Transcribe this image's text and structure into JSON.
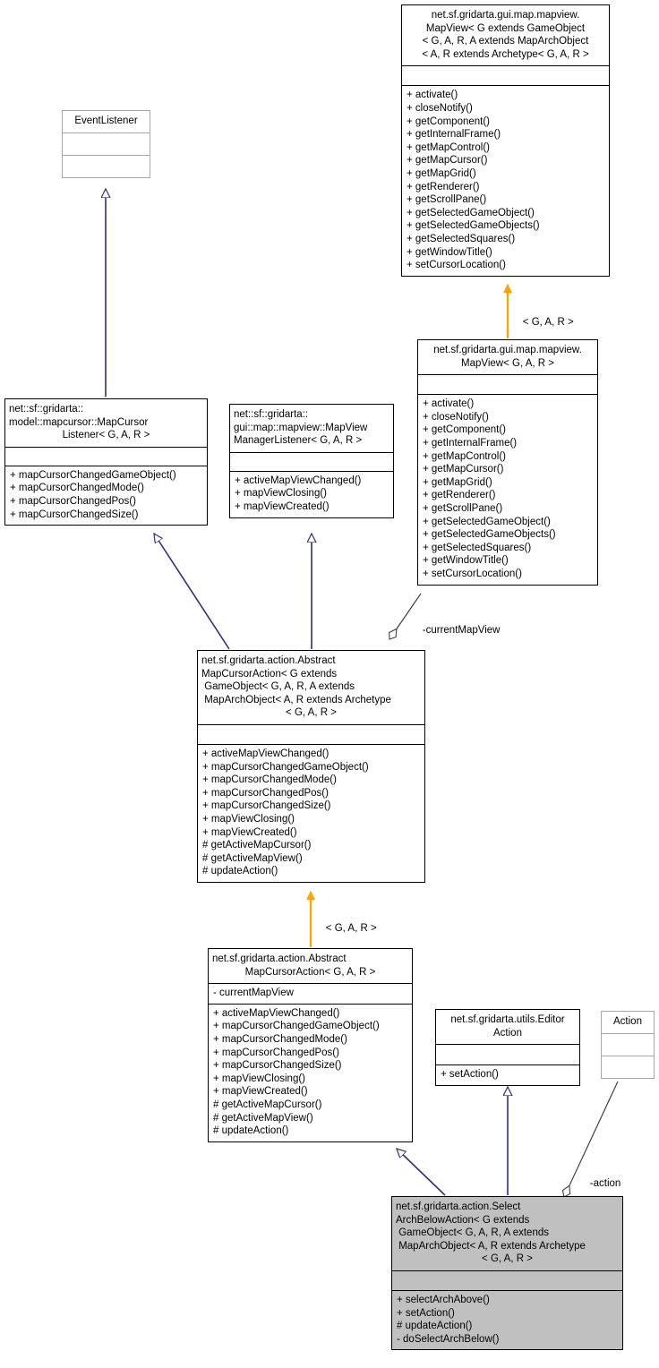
{
  "diagram": {
    "title": "UML class diagram for net.sf.gridarta.action.SelectArchBelowAction",
    "colors": {
      "inheritance_line": "#2f2f7f",
      "template_binding": "#ffa500",
      "aggregation_line": "#404040",
      "highlight_fill": "#c0c0c0",
      "external_border": "#a8a8a8"
    }
  },
  "classes": {
    "map_view_full": {
      "title": [
        "net.sf.gridarta.gui.map.mapview.",
        "MapView< G extends GameObject",
        "< G, A, R, A extends MapArchObject",
        "< A, R extends Archetype< G, A, R >"
      ],
      "attributes": [],
      "operations": [
        "+ activate()",
        "+ closeNotify()",
        "+ getComponent()",
        "+ getInternalFrame()",
        "+ getMapControl()",
        "+ getMapCursor()",
        "+ getMapGrid()",
        "+ getRenderer()",
        "+ getScrollPane()",
        "+ getSelectedGameObject()",
        "+ getSelectedGameObjects()",
        "+ getSelectedSquares()",
        "+ getWindowTitle()",
        "+ setCursorLocation()"
      ]
    },
    "event_listener": {
      "title": [
        "EventListener"
      ],
      "attributes": [],
      "operations": []
    },
    "map_cursor_listener": {
      "title": [
        "net::sf::gridarta::",
        "model::mapcursor::MapCursor",
        "Listener< G, A, R >"
      ],
      "attributes": [],
      "operations": [
        "+ mapCursorChangedGameObject()",
        "+ mapCursorChangedMode()",
        "+ mapCursorChangedPos()",
        "+ mapCursorChangedSize()"
      ]
    },
    "map_view_manager_listener": {
      "title": [
        "net::sf::gridarta::",
        "gui::map::mapview::MapView",
        "ManagerListener< G, A, R >"
      ],
      "attributes": [],
      "operations": [
        "+ activeMapViewChanged()",
        "+ mapViewClosing()",
        "+ mapViewCreated()"
      ]
    },
    "map_view_bound": {
      "title": [
        "net.sf.gridarta.gui.map.mapview.",
        "MapView< G, A, R >"
      ],
      "attributes": [],
      "operations": [
        "+ activate()",
        "+ closeNotify()",
        "+ getComponent()",
        "+ getInternalFrame()",
        "+ getMapControl()",
        "+ getMapCursor()",
        "+ getMapGrid()",
        "+ getRenderer()",
        "+ getScrollPane()",
        "+ getSelectedGameObject()",
        "+ getSelectedGameObjects()",
        "+ getSelectedSquares()",
        "+ getWindowTitle()",
        "+ setCursorLocation()"
      ]
    },
    "abstract_map_cursor_action_full": {
      "title": [
        "net.sf.gridarta.action.Abstract",
        "MapCursorAction< G extends",
        " GameObject< G, A, R, A extends",
        " MapArchObject< A, R extends Archetype",
        "< G, A, R >"
      ],
      "attributes": [],
      "operations": [
        "+ activeMapViewChanged()",
        "+ mapCursorChangedGameObject()",
        "+ mapCursorChangedMode()",
        "+ mapCursorChangedPos()",
        "+ mapCursorChangedSize()",
        "+ mapViewClosing()",
        "+ mapViewCreated()",
        "# getActiveMapCursor()",
        "# getActiveMapView()",
        "# updateAction()"
      ]
    },
    "abstract_map_cursor_action_bound": {
      "title": [
        "net.sf.gridarta.action.Abstract",
        "MapCursorAction< G, A, R >"
      ],
      "attributes": [
        "- currentMapView"
      ],
      "operations": [
        "+ activeMapViewChanged()",
        "+ mapCursorChangedGameObject()",
        "+ mapCursorChangedMode()",
        "+ mapCursorChangedPos()",
        "+ mapCursorChangedSize()",
        "+ mapViewClosing()",
        "+ mapViewCreated()",
        "# getActiveMapCursor()",
        "# getActiveMapView()",
        "# updateAction()"
      ]
    },
    "editor_action": {
      "title": [
        "net.sf.gridarta.utils.Editor",
        "Action"
      ],
      "attributes": [],
      "operations": [
        "+ setAction()"
      ]
    },
    "action": {
      "title": [
        "Action"
      ],
      "attributes": [],
      "operations": []
    },
    "select_arch_below_action": {
      "title": [
        "net.sf.gridarta.action.Select",
        "ArchBelowAction< G extends",
        " GameObject< G, A, R, A extends",
        " MapArchObject< A, R extends Archetype",
        "< G, A, R >"
      ],
      "attributes": [],
      "operations": [
        "+ selectArchAbove()",
        "+ setAction()",
        "# updateAction()",
        "- doSelectArchBelow()"
      ]
    }
  },
  "edge_labels": {
    "template_binding_mapview": "< G, A, R >",
    "template_binding_action": "< G, A, R >",
    "aggregation_current_map_view": "-currentMapView",
    "aggregation_action": "-action"
  }
}
